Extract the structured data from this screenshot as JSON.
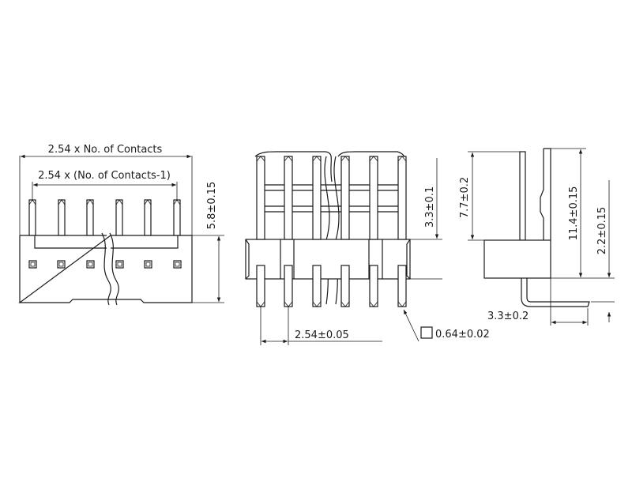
{
  "labels": {
    "pitch_total": "2.54 x No. of Contacts",
    "pitch_minus_one": "2.54 x (No. of Contacts-1)",
    "height_front": "5.8±0.15",
    "pin_height_mid": "3.3±0.1",
    "pitch_tolerance": "2.54±0.05",
    "pin_square": "0.64±0.02",
    "side_height_upper": "7.7±0.2",
    "side_height_total": "11.4±0.15",
    "side_height_lower": "2.2±0.15",
    "side_foot_length": "3.3±0.2"
  }
}
